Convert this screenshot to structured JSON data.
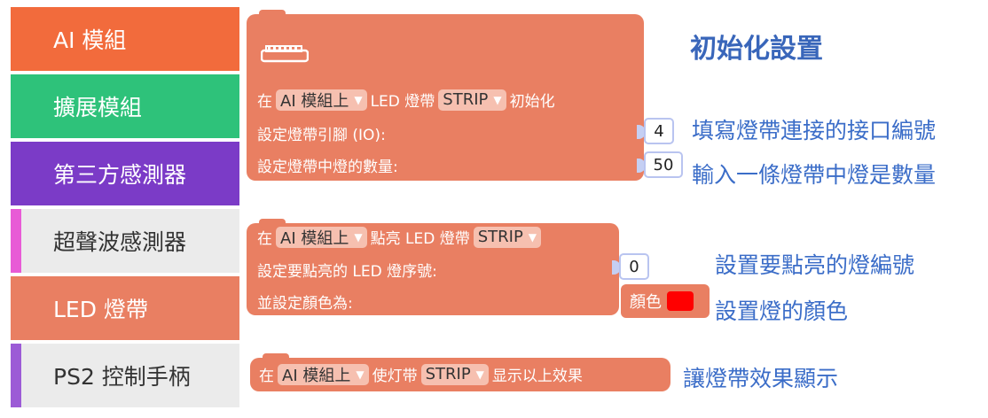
{
  "sidebar": {
    "items": [
      {
        "label": "AI 模組",
        "bg": "#f26b3c",
        "fg": "#ffffff"
      },
      {
        "label": "擴展模組",
        "bg": "#2ec27a",
        "fg": "#ffffff"
      },
      {
        "label": "第三方感測器",
        "bg": "#7b3bc7",
        "fg": "#ffffff"
      },
      {
        "label": "超聲波感測器",
        "bg": "#ebebeb",
        "fg": "#333333",
        "accent": "#e85bd6"
      },
      {
        "label": "LED 燈帶",
        "bg": "#e97f62",
        "fg": "#ffffff"
      },
      {
        "label": "PS2 控制手柄",
        "bg": "#ebebeb",
        "fg": "#333333",
        "accent": "#9c5bd6"
      }
    ]
  },
  "init_block": {
    "icon": "led-strip-icon",
    "prefix": "在",
    "module": "AI 模組上",
    "led_text": "LED 燈帶",
    "strip": "STRIP",
    "suffix": "初始化",
    "pin_label": "設定燈帶引腳 (IO):",
    "pin_value": "4",
    "count_label": "設定燈帶中燈的數量:",
    "count_value": "50"
  },
  "light_block": {
    "prefix": "在",
    "module": "AI 模組上",
    "action": "點亮 LED 燈帶",
    "strip": "STRIP",
    "index_label": "設定要點亮的 LED 燈序號:",
    "index_value": "0",
    "color_label": "並設定顏色為:",
    "color_text": "顏色",
    "color_value": "#ff0000"
  },
  "show_block": {
    "prefix": "在",
    "module": "AI 模組上",
    "action": "使灯带",
    "strip": "STRIP",
    "suffix": "显示以上效果"
  },
  "annotations": {
    "init_title": "初始化設置",
    "pin_note": "填寫燈帶連接的接口編號",
    "count_note": "輸入一條燈帶中燈是數量",
    "index_note": "設置要點亮的燈編號",
    "color_note": "設置燈的顏色",
    "show_note": "讓燈帶效果顯示"
  }
}
